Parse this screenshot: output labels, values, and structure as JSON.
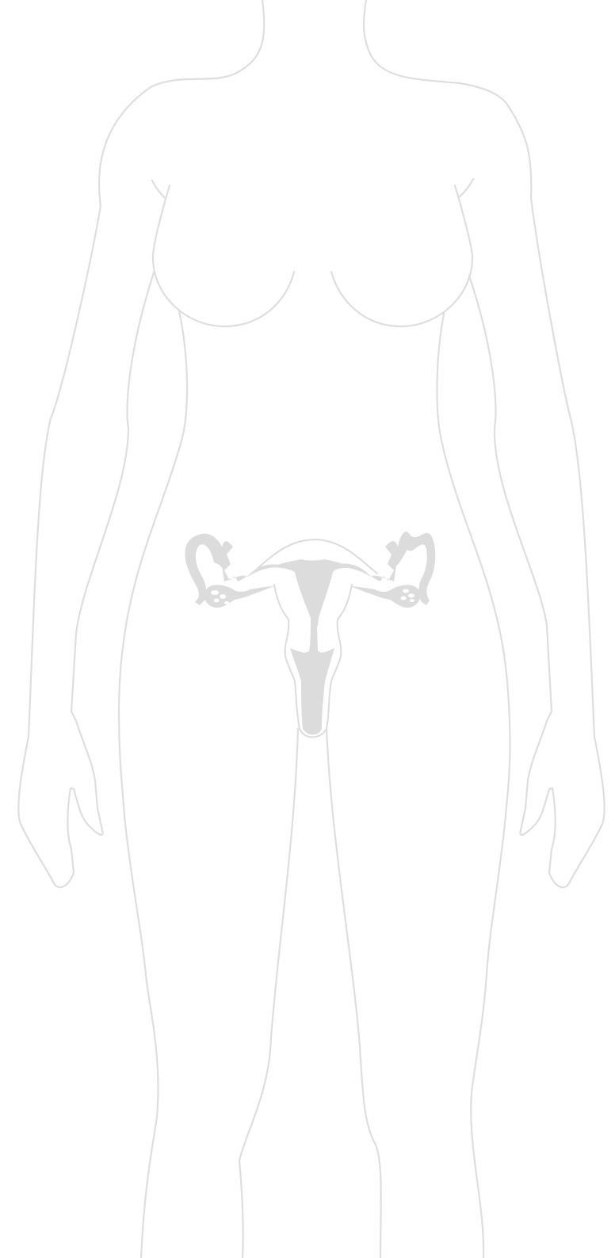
{
  "figure": {
    "view": "front",
    "subject": "female-body-outline",
    "highlighted_organ": "uterus-and-ovaries"
  },
  "colors": {
    "background": "#ffffff",
    "outline": "#dedede",
    "organ": "#dcdcdc"
  }
}
